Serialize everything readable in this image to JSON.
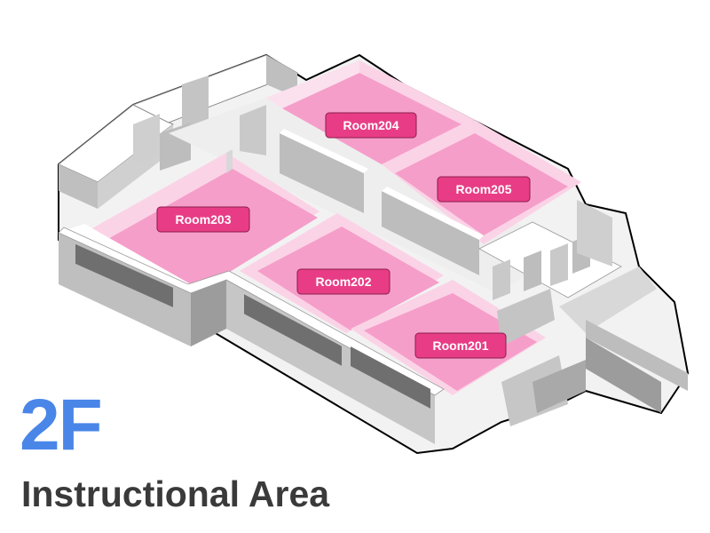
{
  "floor": {
    "number": "2F",
    "title": "Instructional Area"
  },
  "rooms": [
    {
      "id": "room-201",
      "label": "Room201"
    },
    {
      "id": "room-202",
      "label": "Room202"
    },
    {
      "id": "room-203",
      "label": "Room203"
    },
    {
      "id": "room-204",
      "label": "Room204"
    },
    {
      "id": "room-205",
      "label": "Room205"
    }
  ],
  "colors": {
    "floor_number": "#4a86e8",
    "title": "#3a3a3a",
    "room_floor": "#f59ec9",
    "room_wall": "#fbd3e6",
    "label_fill": "#e83d86",
    "wall_top": "#ffffff",
    "wall_side": "#bfbfbf",
    "wall_dark": "#9c9c9c",
    "corridor": "#f2f2f2"
  }
}
